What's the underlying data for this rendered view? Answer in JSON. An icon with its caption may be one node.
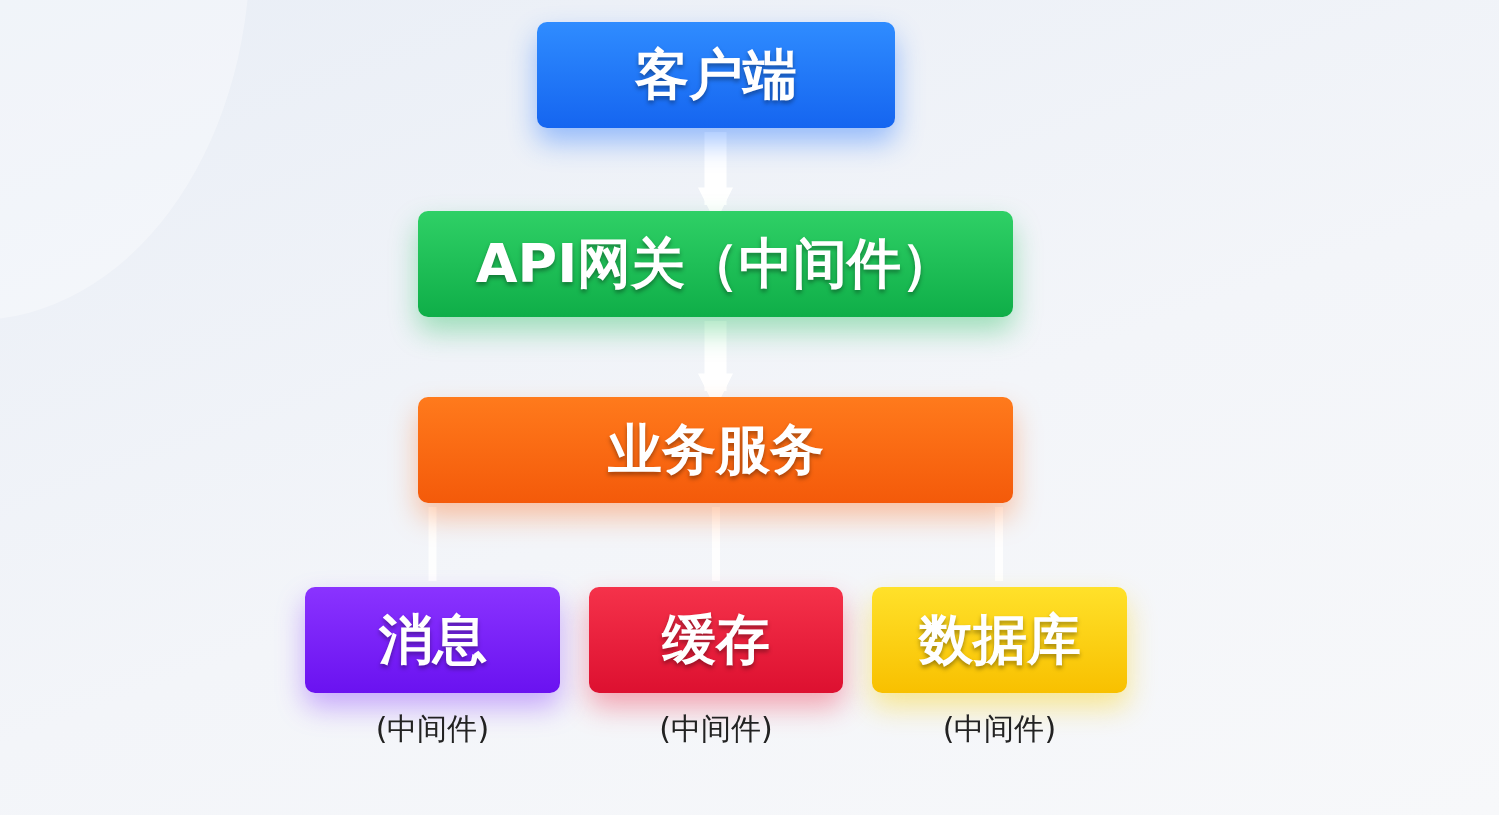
{
  "diagram": {
    "nodes": [
      {
        "text": [
          "客户端"
        ]
      },
      {
        "text": [
          "API网关（中间件）"
        ]
      },
      {
        "text": [
          "业务服务"
        ]
      },
      {
        "text": [
          "消息"
        ],
        "beside": [
          "(中间件)"
        ]
      },
      {
        "text": [
          "缓存"
        ],
        "beside": [
          "(中间件)"
        ]
      },
      {
        "text": [
          "数据库"
        ],
        "beside": [
          "(中间件)"
        ]
      }
    ],
    "edges": [
      {
        "from": 0,
        "to": 1,
        "arrow": "to",
        "style": "thick"
      },
      {
        "from": 1,
        "to": 2,
        "arrow": "to",
        "style": "thick"
      },
      {
        "from": 2,
        "to": 3,
        "arrow": "none"
      },
      {
        "from": 2,
        "to": 4,
        "arrow": "none"
      },
      {
        "from": 2,
        "to": 5,
        "arrow": "none"
      }
    ]
  }
}
